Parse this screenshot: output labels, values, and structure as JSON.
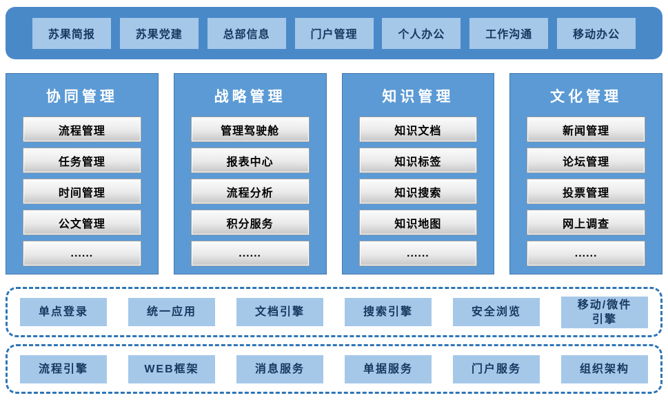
{
  "colors": {
    "topbar_bg": "#4A89C8",
    "panel_bg": "#5B9AD5",
    "panel_border": "#4377AC",
    "chip_bg": "#A5C8E9",
    "chip_text": "#17375E",
    "panel_title_text": "#FFFFFF",
    "item_text": "#000000",
    "dashed_border": "#2E75B6",
    "item_gradient_top": "#FCFCFC",
    "item_gradient_bottom": "#C6C6C6"
  },
  "topbar": {
    "items": [
      "苏果简报",
      "苏果党建",
      "总部信息",
      "门户管理",
      "个人办公",
      "工作沟通",
      "移动办公"
    ]
  },
  "columns": [
    {
      "title": "协同管理",
      "items": [
        "流程管理",
        "任务管理",
        "时间管理",
        "公文管理",
        "......"
      ]
    },
    {
      "title": "战略管理",
      "items": [
        "管理驾驶舱",
        "报表中心",
        "流程分析",
        "积分服务",
        "......"
      ]
    },
    {
      "title": "知识管理",
      "items": [
        "知识文档",
        "知识标签",
        "知识搜索",
        "知识地图",
        "......"
      ]
    },
    {
      "title": "文化管理",
      "items": [
        "新闻管理",
        "论坛管理",
        "投票管理",
        "网上调查",
        "......"
      ]
    }
  ],
  "platform_rows": [
    {
      "items": [
        "单点登录",
        "统一应用",
        "文档引擎",
        "搜索引擎",
        "安全浏览",
        "移动/微件\n引擎"
      ]
    },
    {
      "items": [
        "流程引擎",
        "WEB框架",
        "消息服务",
        "单据服务",
        "门户服务",
        "组织架构"
      ]
    }
  ]
}
